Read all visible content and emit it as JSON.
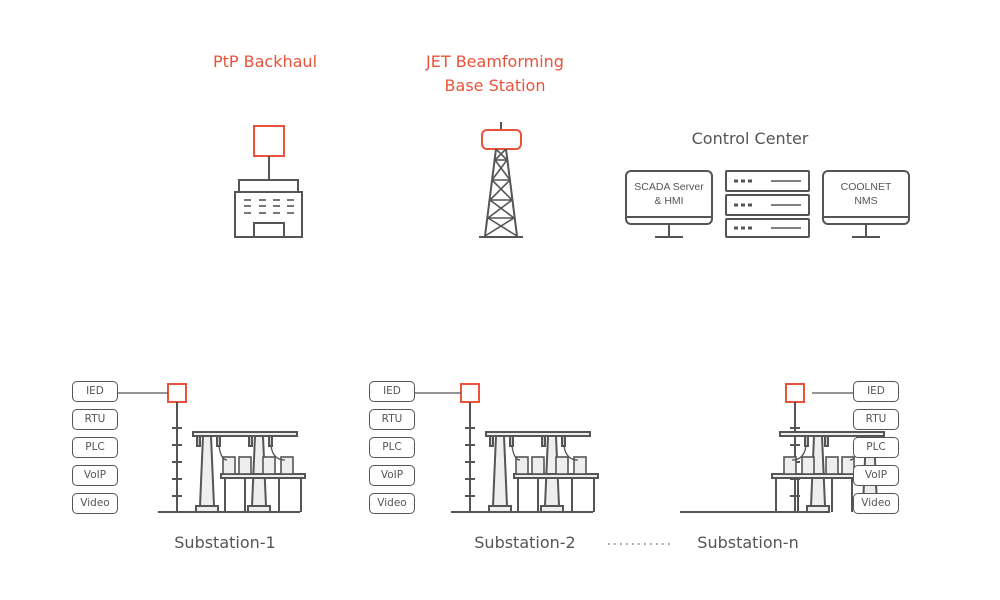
{
  "labels": {
    "ptp_backhaul": "PtP Backhaul",
    "jet_line1": "JET Beamforming",
    "jet_line2": "Base Station",
    "control_center": "Control Center",
    "scada_line1": "SCADA Server",
    "scada_line2": "& HMI",
    "coolnet_line1": "COOLNET",
    "coolnet_line2": "NMS",
    "ellipsis": "··········"
  },
  "substations": [
    {
      "name": "Substation-1",
      "devices": [
        "IED",
        "RTU",
        "PLC",
        "VoIP",
        "Video"
      ]
    },
    {
      "name": "Substation-2",
      "devices": [
        "IED",
        "RTU",
        "PLC",
        "VoIP",
        "Video"
      ]
    },
    {
      "name": "Substation-n",
      "devices": [
        "IED",
        "RTU",
        "PLC",
        "VoIP",
        "Video"
      ]
    }
  ],
  "colors": {
    "accent": "#e8533a",
    "stroke": "#555555"
  }
}
